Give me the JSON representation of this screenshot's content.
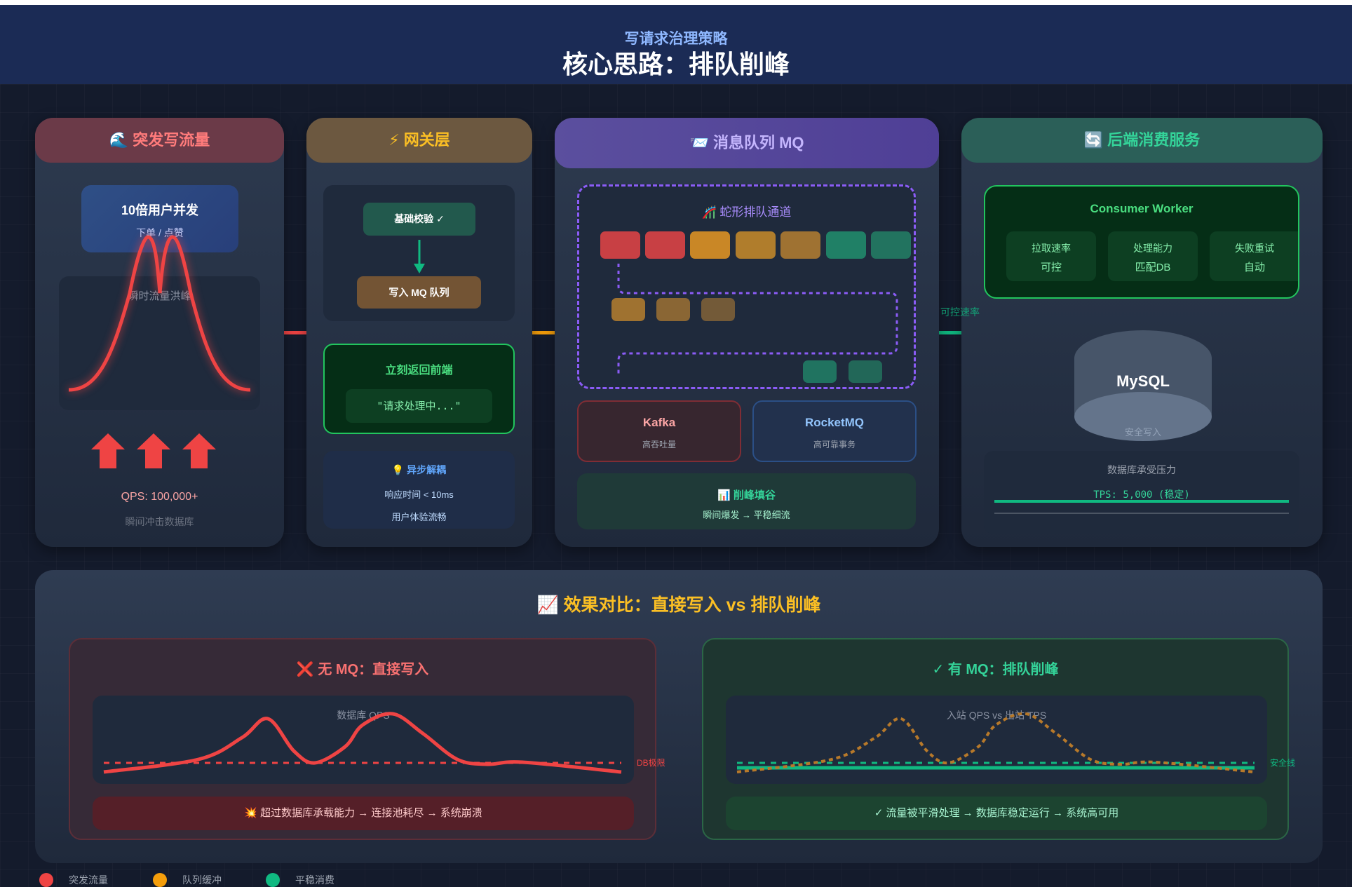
{
  "header": {
    "subtitle": "写请求治理策略",
    "title": "核心思路：排队削峰"
  },
  "cards": {
    "burst": {
      "title": "🌊 突发写流量",
      "users_title": "10倍用户并发",
      "users_sub": "下单 / 点赞",
      "chart_label": "瞬时流量洪峰",
      "qps": "QPS: 100,000+",
      "qps_sub": "瞬间冲击数据库"
    },
    "gateway": {
      "title": "⚡ 网关层",
      "validate": "基础校验 ✓",
      "write_mq": "写入 MQ 队列",
      "return_title": "立刻返回前端",
      "return_msg": "\"请求处理中...\"",
      "async_title": "💡 异步解耦",
      "async_line1": "响应时间 < 10ms",
      "async_line2": "用户体验流畅"
    },
    "mq": {
      "title": "📨 消息队列 MQ",
      "channel_title": "🎢 蛇形排队通道",
      "kafka": {
        "name": "Kafka",
        "desc": "高吞吐量"
      },
      "rocketmq": {
        "name": "RocketMQ",
        "desc": "高可靠事务"
      },
      "shaving_title": "📊 削峰填谷",
      "shaving_desc": "瞬间爆发 → 平稳细流"
    },
    "consumer": {
      "title": "🔄 后端消费服务",
      "worker_title": "Consumer Worker",
      "features": [
        {
          "label": "拉取速率",
          "value": "可控"
        },
        {
          "label": "处理能力",
          "value": "匹配DB"
        },
        {
          "label": "失败重试",
          "value": "自动"
        }
      ],
      "rate_label": "可控速率",
      "db_name": "MySQL",
      "db_sub": "安全写入",
      "pressure_title": "数据库承受压力",
      "tps": "TPS: 5,000 (稳定)"
    }
  },
  "comparison": {
    "title": "📈 效果对比：直接写入 vs 排队削峰",
    "without": {
      "title": "❌ 无 MQ：直接写入",
      "chart_label": "数据库 QPS",
      "limit_label": "DB极限",
      "result": "💥 超过数据库承载能力 → 连接池耗尽 → 系统崩溃"
    },
    "with": {
      "title": "✓ 有 MQ：排队削峰",
      "chart_label": "入站 QPS vs 出站 TPS",
      "limit_label": "安全线",
      "result": "✓ 流量被平滑处理 → 数据库稳定运行 → 系统高可用"
    }
  },
  "legend": [
    {
      "label": "突发流量",
      "color": "#ef4444"
    },
    {
      "label": "队列缓冲",
      "color": "#f59e0b"
    },
    {
      "label": "平稳消费",
      "color": "#10b981"
    }
  ],
  "colors": {
    "red": "#ef4444",
    "orange": "#f59e0b",
    "green": "#10b981",
    "purple": "#8b5cf6"
  }
}
